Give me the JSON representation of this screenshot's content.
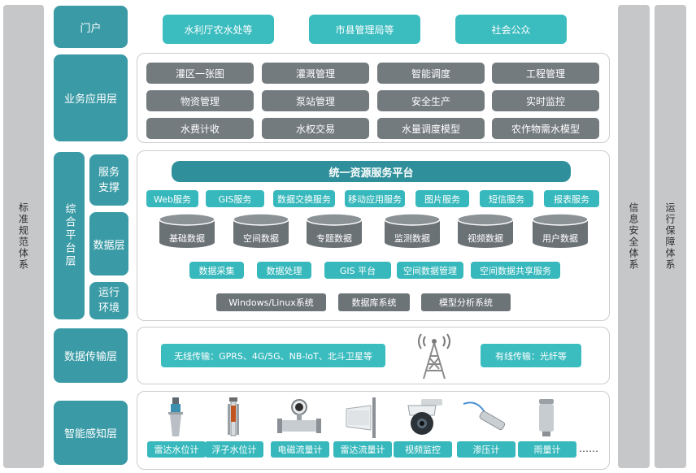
{
  "side_left": "标准规范体系",
  "side_right1": "信息安全体系",
  "side_right2": "运行保障体系",
  "portal": {
    "label": "门户",
    "items": [
      "水利厅农水处等",
      "市县管理局等",
      "社会公众"
    ]
  },
  "business": {
    "label": "业务应用层",
    "items": [
      "灌区一张图",
      "灌溉管理",
      "智能调度",
      "工程管理",
      "物资管理",
      "泵站管理",
      "安全生产",
      "实时监控",
      "水费计收",
      "水权交易",
      "水量调度模型",
      "农作物需水模型"
    ]
  },
  "integrated": {
    "label": "综合平台层",
    "sub_service": "服务支撑",
    "sub_data": "数据层",
    "sub_runtime": "运行环境",
    "platform_title": "统一资源服务平台",
    "services": [
      "Web服务",
      "GIS服务",
      "数据交换服务",
      "移动应用服务",
      "图片服务",
      "短信服务",
      "报表服务"
    ],
    "databases": [
      "基础数据",
      "空间数据",
      "专题数据",
      "监测数据",
      "视频数据",
      "用户数据"
    ],
    "tools": [
      "数据采集",
      "数据处理",
      "GIS 平台",
      "空间数据管理",
      "空间数据共享服务"
    ],
    "runtime": [
      "Windows/Linux系统",
      "数据库系统",
      "模型分析系统"
    ]
  },
  "transmission": {
    "label": "数据传输层",
    "wireless": "无线传输：GPRS、4G/5G、NB-loT、北斗卫星等",
    "wired": "有线传输：光纤等"
  },
  "perception": {
    "label": "智能感知层",
    "sensors": [
      "雷达水位计",
      "浮子水位计",
      "电磁流量计",
      "雷达流量计",
      "视频监控",
      "渗压计",
      "雨量计"
    ],
    "more": "……"
  },
  "colors": {
    "layer_teal": "#3a9ba6",
    "button_teal": "#37b8bc",
    "button_gray": "#747b7f",
    "side_gray": "#c5c7c9"
  }
}
